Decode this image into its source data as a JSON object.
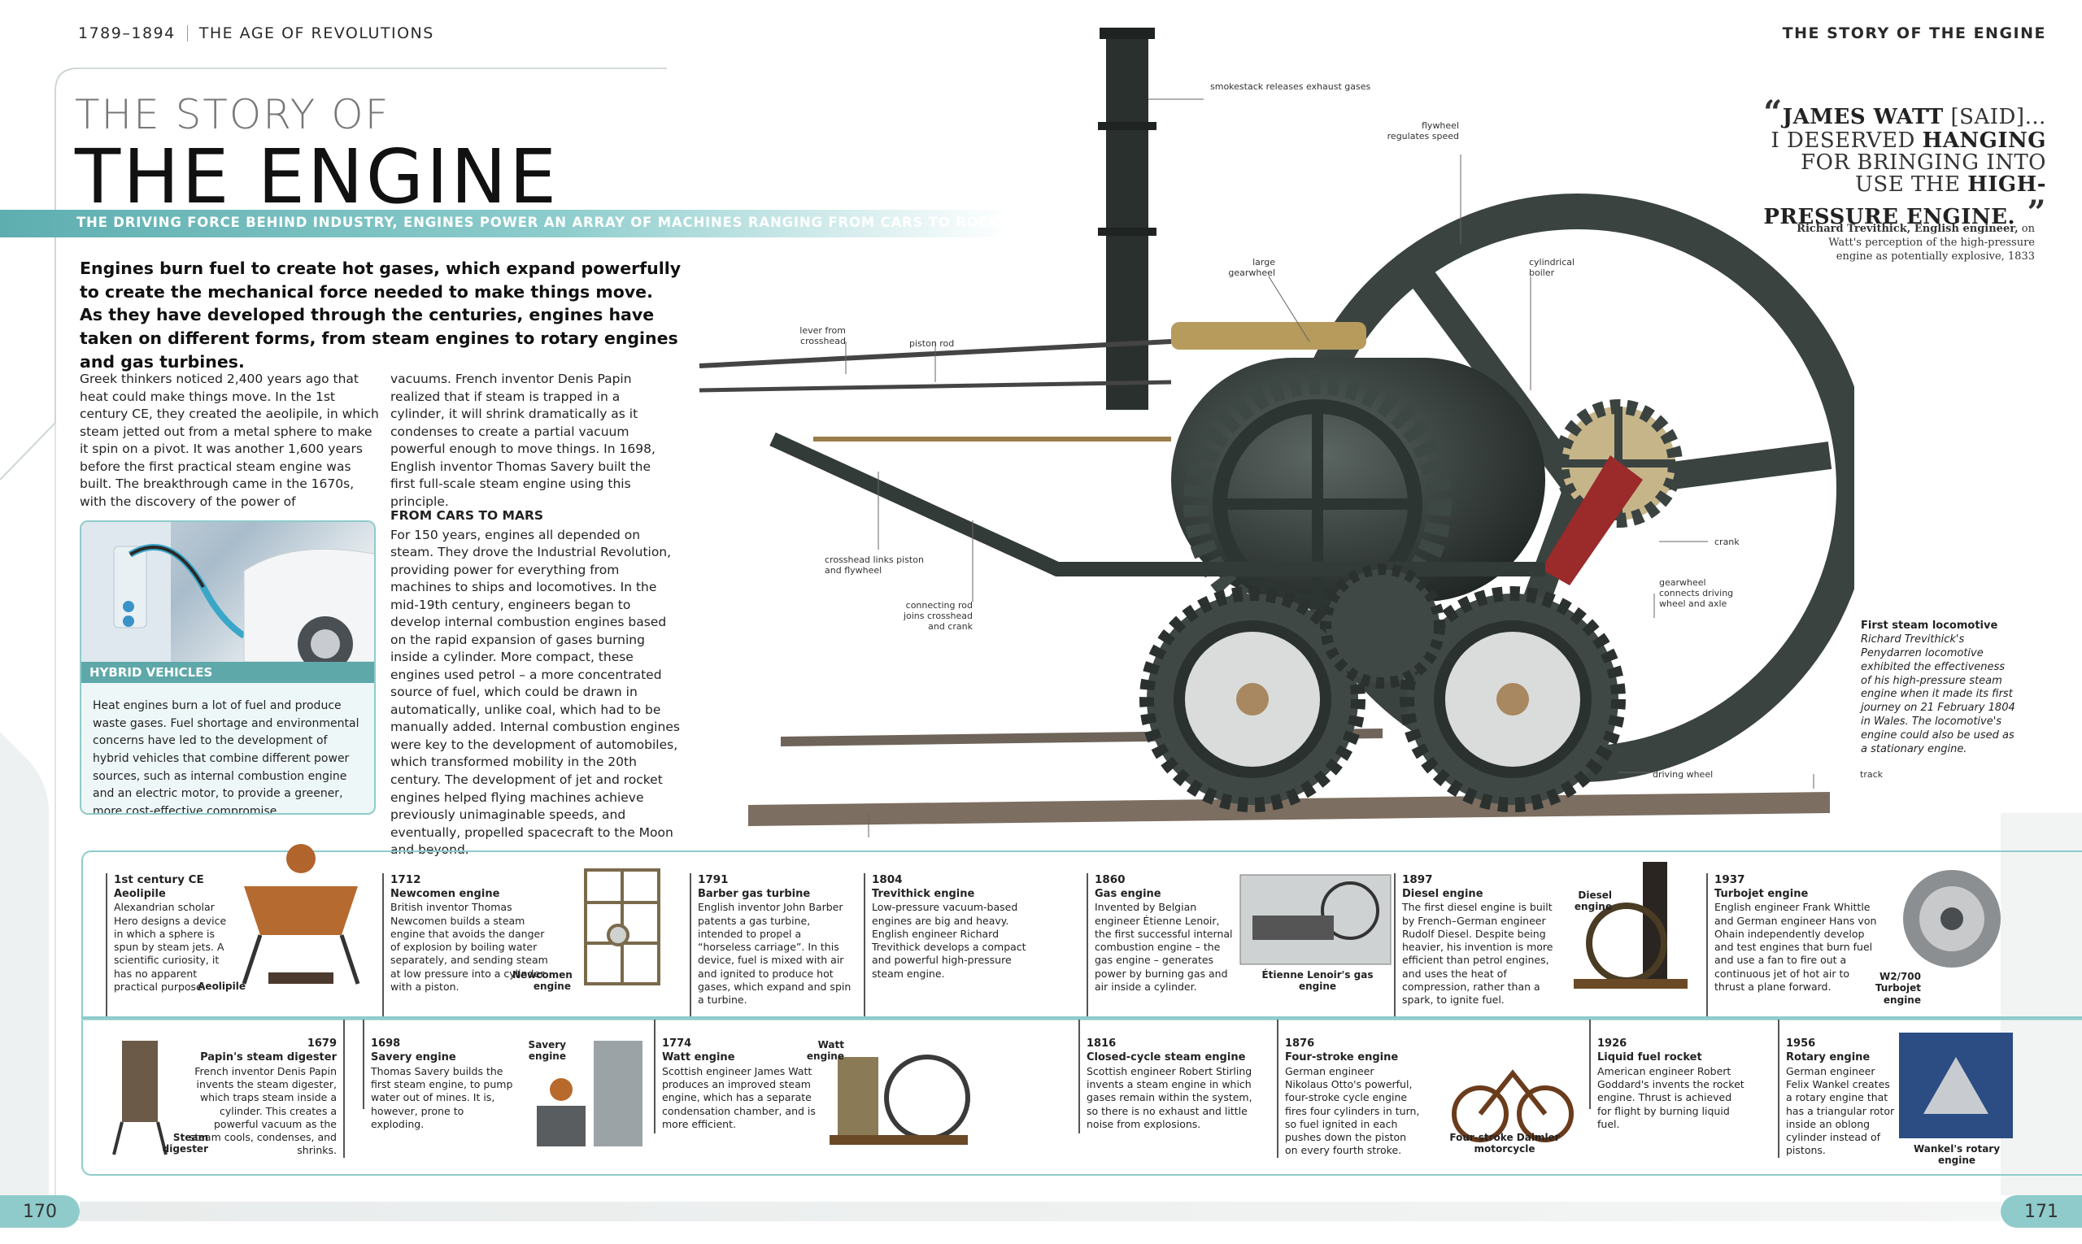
{
  "header": {
    "dates": "1789–1894",
    "section": "THE AGE OF REVOLUTIONS",
    "right_title": "THE STORY OF THE ENGINE"
  },
  "title": {
    "line1": "THE STORY OF",
    "line2": "THE ENGINE",
    "subtitle": "THE DRIVING FORCE BEHIND INDUSTRY, ENGINES POWER AN ARRAY OF MACHINES RANGING FROM CARS TO ROCKETS"
  },
  "intro": "Engines burn fuel to create hot gases, which expand powerfully to create the mechanical force needed to make things move. As they have developed through the centuries, engines have taken on different forms, from steam engines to rotary engines and gas turbines.",
  "body": {
    "col1": "Greek thinkers noticed 2,400 years ago that heat could make things move. In the 1st century CE, they created the aeolipile, in which steam jetted out from a metal sphere to make it spin on a pivot. It was another 1,600 years before the first practical steam engine was built. The breakthrough came in the 1670s, with the discovery of the power of",
    "col2": "vacuums. French inventor Denis Papin realized that if steam is trapped in a cylinder, it will shrink dramatically as it condenses to create a partial vacuum powerful enough to move things. In 1698, English inventor Thomas Savery built the first full-scale steam engine using this principle.",
    "section_heading": "FROM CARS TO MARS",
    "col2b": "For 150 years, engines all depended on steam. They drove the Industrial Revolution, providing power for everything from machines to ships and locomotives. In the mid-19th century, engineers began to develop internal combustion engines based on the rapid expansion of gases burning inside a cylinder. More compact, these engines used petrol – a more concentrated source of fuel, which could be drawn in automatically, unlike coal, which had to be manually added. Internal combustion engines were key to the development of automobiles, which transformed mobility in the 20th century. The development of jet and rocket engines helped flying machines achieve previously unimaginable speeds, and eventually, propelled spacecraft to the Moon and beyond."
  },
  "hybrid": {
    "label": "HYBRID VEHICLES",
    "text": "Heat engines burn a lot of fuel and produce waste gases. Fuel shortage and environmental concerns have led to the development of hybrid vehicles that combine different power sources, such as internal combustion engine and an electric motor, to provide a greener, more cost-effective compromise."
  },
  "quote": {
    "open": "“",
    "p1": "JAMES WATT",
    "p2": " [SAID]… I DESERVED ",
    "p3": "HANGING",
    "p4": " FOR BRINGING INTO USE THE ",
    "p5": "HIGH-PRESSURE ENGINE.",
    "close": " ”",
    "attr_name": "Richard Trevithick, English engineer,",
    "attr_rest": " on Watt's perception of the high-pressure engine as potentially explosive, 1833"
  },
  "labels": {
    "smokestack": "smokestack releases exhaust gases",
    "flywheel": "flywheel regulates speed",
    "gearwheel": "large gearwheel",
    "boiler": "cylindrical boiler",
    "lever": "lever from crosshead",
    "piston": "piston rod",
    "crosshead": "crosshead links piston and flywheel",
    "conrod": "connecting rod joins crosshead and crank",
    "crank": "crank",
    "gearwheel2": "gearwheel connects driving wheel and axle",
    "driving": "driving wheel",
    "track": "track"
  },
  "first_loco": {
    "title": "First steam locomotive",
    "text": "Richard Trevithick's Penydarren locomotive exhibited the effectiveness of his high-pressure steam engine when it made its first journey on 21 February 1804 in Wales. The locomotive's engine could also be used as a stationary engine."
  },
  "timeline_top": [
    {
      "year": "1st century CE",
      "name": "Aeolipile",
      "text": "Alexandrian scholar Hero designs a device in which a sphere is spun by steam jets. A scientific curiosity, it has no apparent practical purpose.",
      "caption": "Aeolipile"
    },
    {
      "year": "1712",
      "name": "Newcomen engine",
      "text": "British inventor Thomas Newcomen builds a steam engine that avoids the danger of explosion by boiling water separately, and sending steam at low pressure into a cylinder with a piston.",
      "caption": "Newcomen engine"
    },
    {
      "year": "1791",
      "name": "Barber gas turbine",
      "text": "English inventor John Barber patents a gas turbine, intended to propel a “horseless carriage”. In this device, fuel is mixed with air and ignited to produce hot gases, which expand and spin a turbine."
    },
    {
      "year": "1804",
      "name": "Trevithick engine",
      "text": "Low-pressure vacuum-based engines are big and heavy. English engineer Richard Trevithick develops a compact and powerful high-pressure steam engine."
    },
    {
      "year": "1860",
      "name": "Gas engine",
      "text": "Invented by Belgian engineer Étienne Lenoir, the first successful internal combustion engine – the gas engine – generates power by burning gas and air inside a cylinder.",
      "caption": "Étienne Lenoir's gas engine"
    },
    {
      "year": "1897",
      "name": "Diesel engine",
      "text": "The first diesel engine is built by French–German engineer Rudolf Diesel. Despite being heavier, his invention is more efficient than petrol engines, and uses the heat of compression, rather than a spark, to ignite fuel.",
      "caption": "Diesel engine"
    },
    {
      "year": "1937",
      "name": "Turbojet engine",
      "text": "English engineer Frank Whittle and German engineer Hans von Ohain independently develop and test engines that burn fuel and use a fan to fire out a continuous jet of hot air to thrust a plane forward.",
      "caption": "W2/700 Turbojet engine"
    }
  ],
  "timeline_bottom": [
    {
      "year": "1679",
      "name": "Papin's steam digester",
      "text": "French inventor Denis Papin invents the steam digester, which traps steam inside a cylinder. This creates a powerful vacuum as the steam cools, condenses, and shrinks.",
      "caption": "Steam digester"
    },
    {
      "year": "1698",
      "name": "Savery engine",
      "text": "Thomas Savery builds the first steam engine, to pump water out of mines. It is, however, prone to exploding.",
      "caption": "Savery engine"
    },
    {
      "year": "1774",
      "name": "Watt engine",
      "text": "Scottish engineer James Watt produces an improved steam engine, which has a separate condensation chamber, and is more efficient.",
      "caption": "Watt engine"
    },
    {
      "year": "1816",
      "name": "Closed-cycle steam engine",
      "text": "Scottish engineer Robert Stirling invents a steam engine in which gases remain within the system, so there is no exhaust and little noise from explosions."
    },
    {
      "year": "1876",
      "name": "Four-stroke engine",
      "text": "German engineer Nikolaus Otto's powerful, four-stroke cycle engine fires four cylinders in turn, so fuel ignited in each pushes down the piston on every fourth stroke.",
      "caption": "Four-stroke Daimler motorcycle"
    },
    {
      "year": "1926",
      "name": "Liquid fuel rocket",
      "text": "American engineer Robert Goddard's invents the rocket engine. Thrust is achieved for flight by burning liquid fuel."
    },
    {
      "year": "1956",
      "name": "Rotary engine",
      "text": "German engineer Felix Wankel creates a rotary engine that has a triangular rotor inside an oblong cylinder instead of pistons.",
      "caption": "Wankel's rotary engine"
    }
  ],
  "pages": {
    "left": "170",
    "right": "171"
  }
}
